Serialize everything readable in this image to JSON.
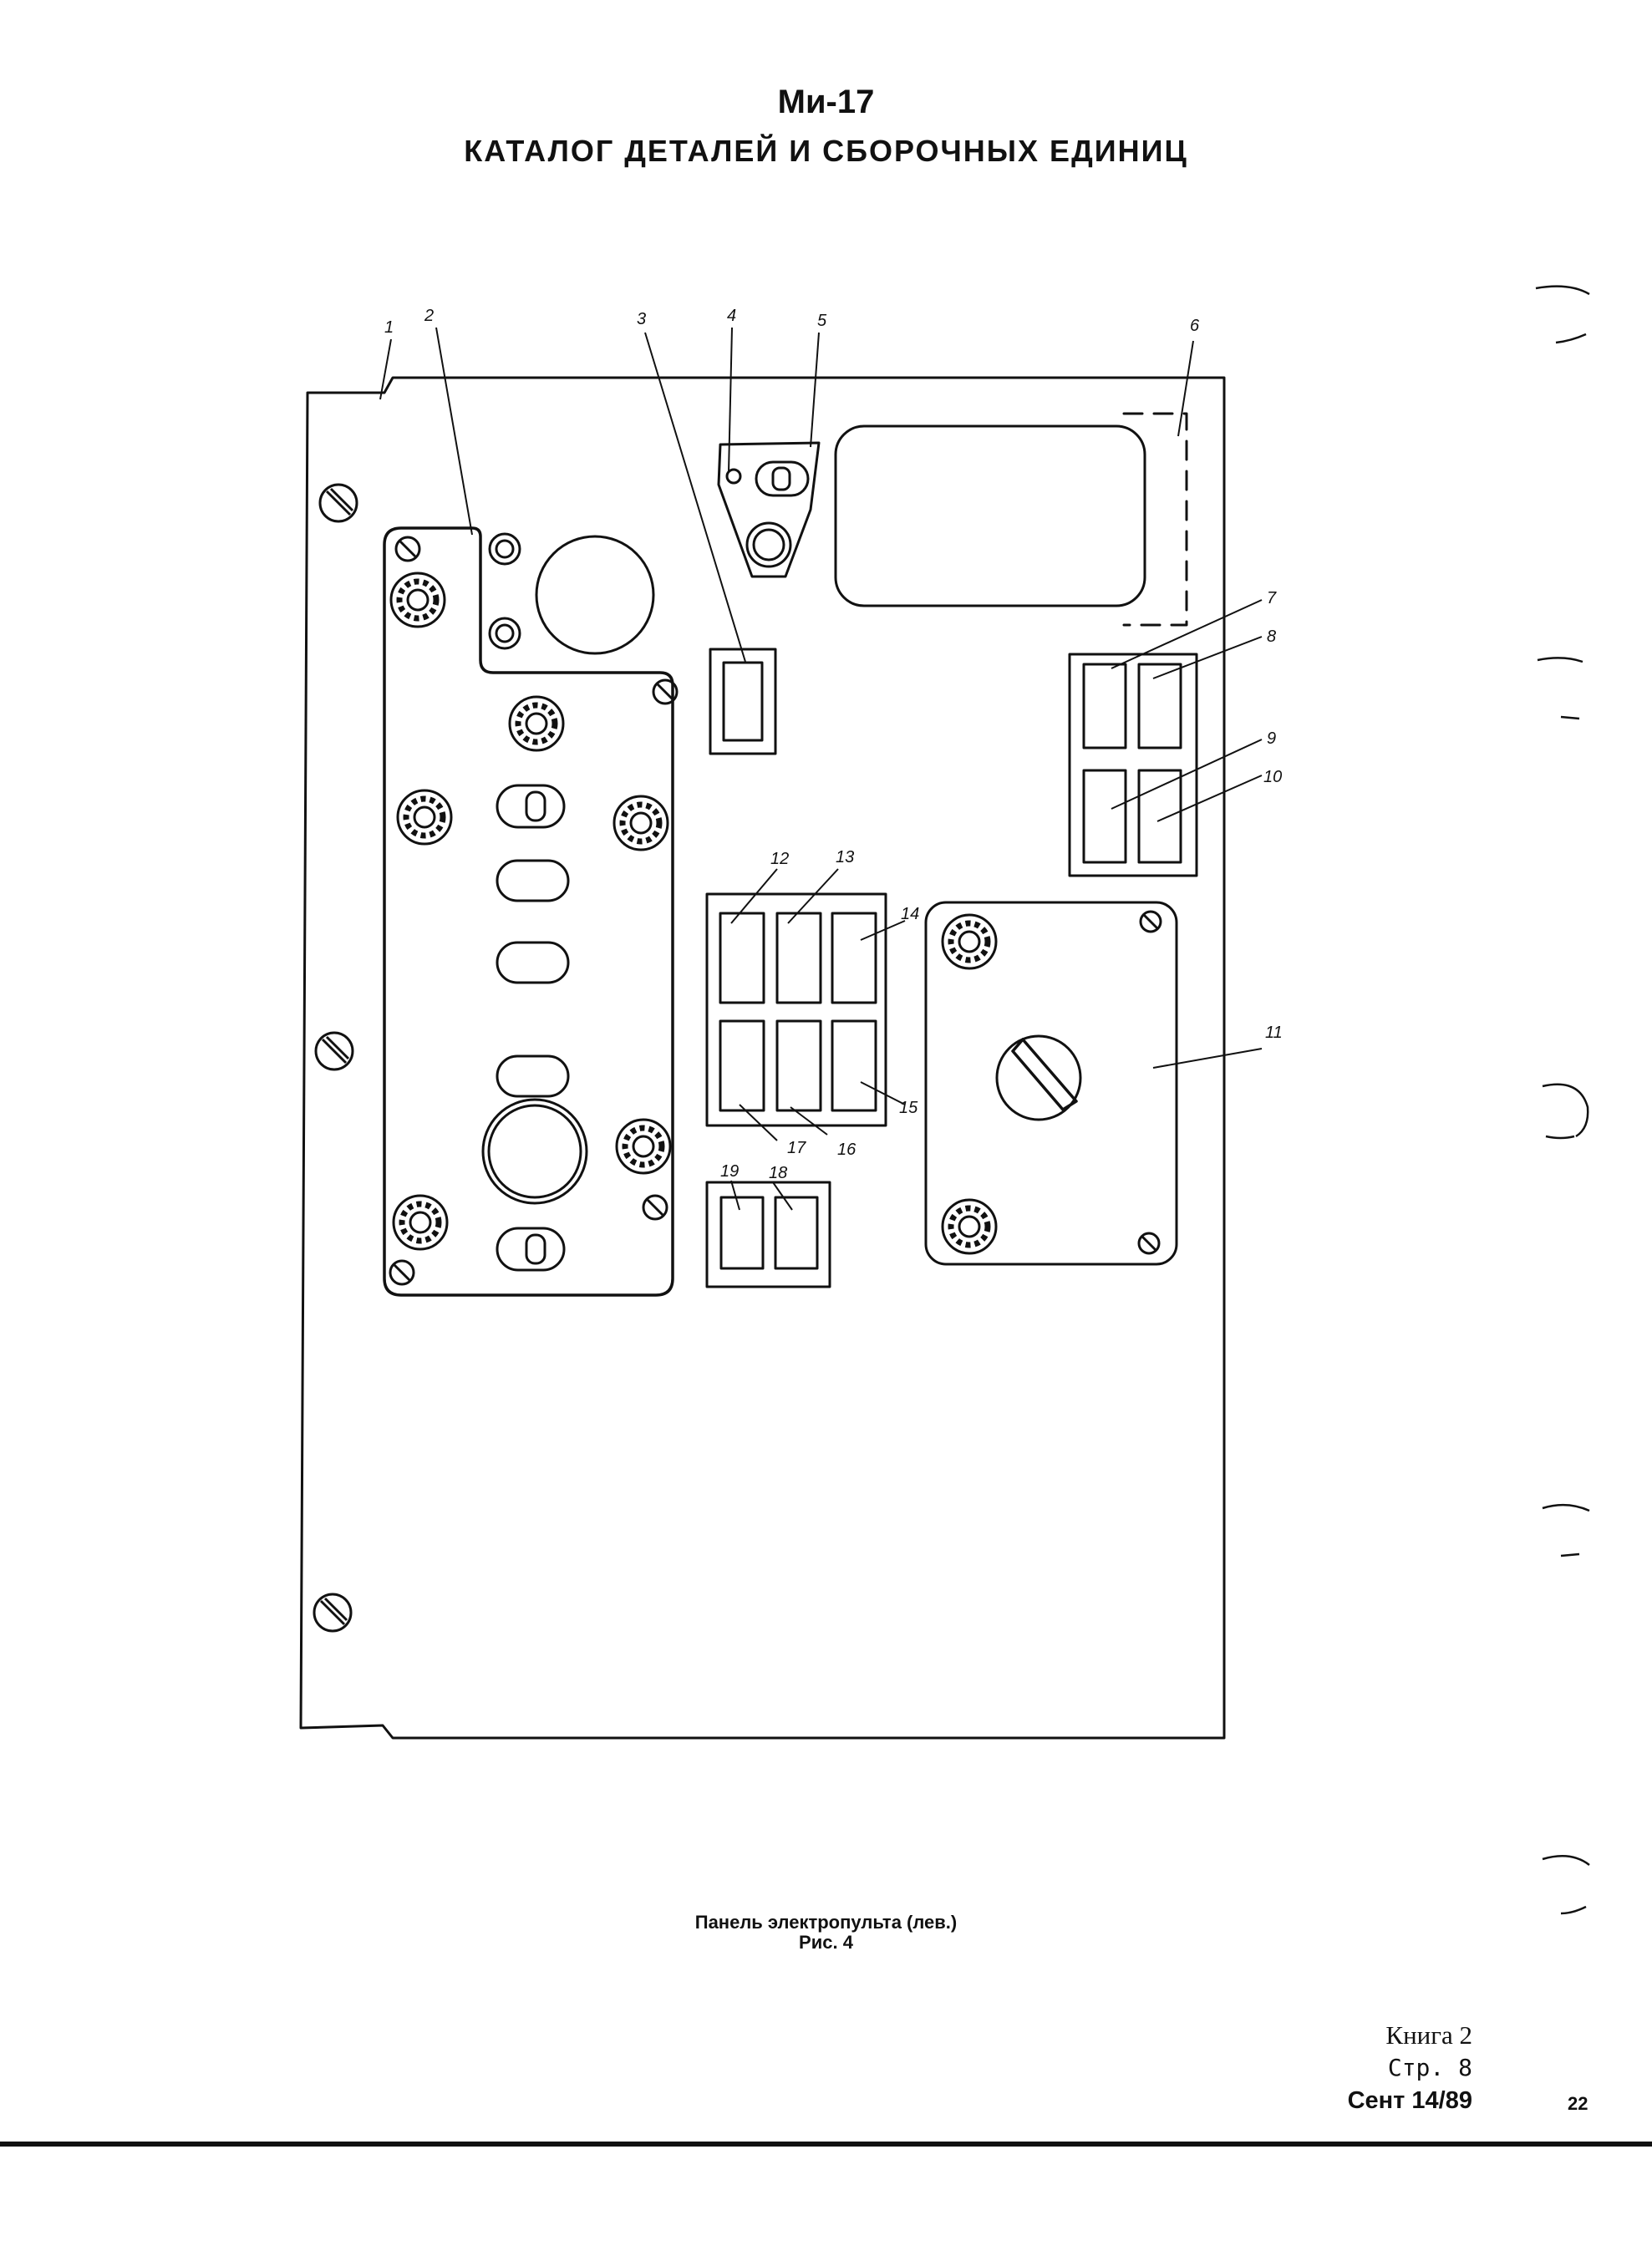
{
  "header": {
    "model": "Ми-17",
    "catalog_title": "КАТАЛОГ ДЕТАЛЕЙ И СБОРОЧНЫХ ЕДИНИЦ"
  },
  "figure": {
    "callouts": [
      "1",
      "2",
      "3",
      "4",
      "5",
      "6",
      "7",
      "8",
      "9",
      "10",
      "11",
      "12",
      "13",
      "14",
      "15",
      "16",
      "17",
      "18",
      "19"
    ],
    "caption_name": "Панель электропульта (лев.)",
    "caption_fig": "Рис. 4"
  },
  "footer": {
    "book": "Книга 2",
    "page": "Стр. 8",
    "date": "Сент 14/89",
    "sheet_number": "22"
  }
}
